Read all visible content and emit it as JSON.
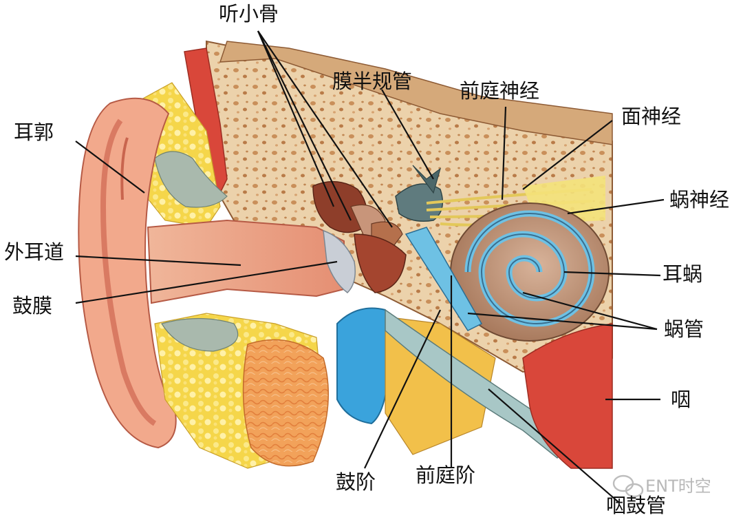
{
  "diagram": {
    "labels": {
      "ossicles": "听小骨",
      "auricle": "耳郭",
      "membranous_semicircular_canal": "膜半规管",
      "vestibular_nerve": "前庭神经",
      "facial_nerve": "面神经",
      "cochlear_nerve": "蜗神经",
      "external_auditory_canal": "外耳道",
      "cochlea": "耳蜗",
      "tympanic_membrane": "鼓膜",
      "cochlear_duct": "蜗管",
      "pharynx": "咽",
      "scala_tympani": "鼓阶",
      "scala_vestibuli": "前庭阶",
      "eustachian_tube": "咽鼓管"
    },
    "watermark": "ENT时空",
    "colors": {
      "skin": "#f2a98c",
      "skin_dark": "#e0735a",
      "bone": "#e8c9a0",
      "bone_pores": "#c98f5a",
      "fat": "#f5d84a",
      "cartilage_gray": "#a9b9ad",
      "muscle_red": "#d9473a",
      "blue_vessel": "#3aa3dc",
      "cochlea_brown": "#b98a6b",
      "cochlea_blue": "#6ec1e4",
      "nerve_yellow": "#f4e27a",
      "gland_orange": "#f29a4a",
      "leader_line": "#111111"
    }
  }
}
